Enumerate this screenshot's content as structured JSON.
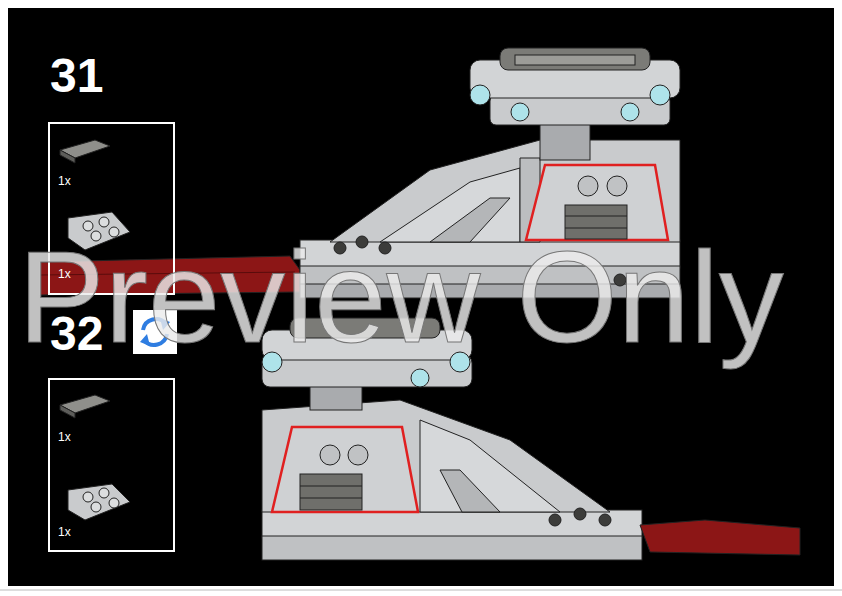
{
  "diagram": {
    "nodes": [
      {
        "text": [
          "1x",
          "1x"
        ]
      },
      {
        "text": [
          "1x",
          "1x"
        ]
      }
    ],
    "labels": [
      "31",
      "32",
      "Preview Only"
    ]
  }
}
